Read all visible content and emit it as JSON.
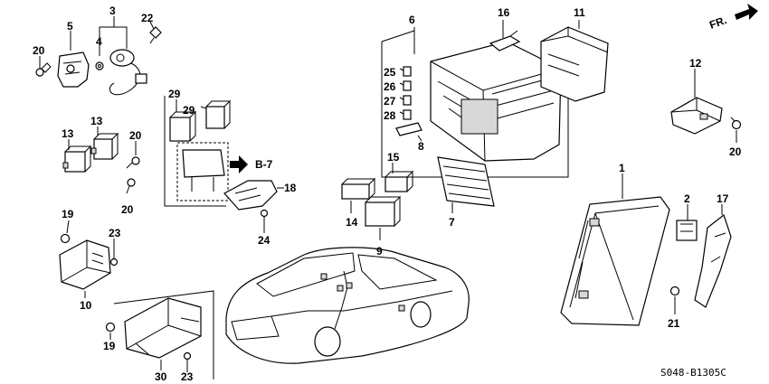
{
  "labels": {
    "l1": "1",
    "l2": "2",
    "l3": "3",
    "l4": "4",
    "l5": "5",
    "l6": "6",
    "l7": "7",
    "l8": "8",
    "l9": "9",
    "l10": "10",
    "l11": "11",
    "l12": "12",
    "l13a": "13",
    "l13b": "13",
    "l14": "14",
    "l15": "15",
    "l16": "16",
    "l17": "17",
    "l18": "18",
    "l19a": "19",
    "l19b": "19",
    "l20a": "20",
    "l20b": "20",
    "l20c": "20",
    "l20d": "20",
    "l21": "21",
    "l22": "22",
    "l23a": "23",
    "l23b": "23",
    "l24": "24",
    "l25": "25",
    "l26": "26",
    "l27": "27",
    "l28": "28",
    "l29a": "29",
    "l29b": "29",
    "l30": "30"
  },
  "reference": "B-7",
  "direction": "FR.",
  "diagram_code": "S048-B1305C"
}
